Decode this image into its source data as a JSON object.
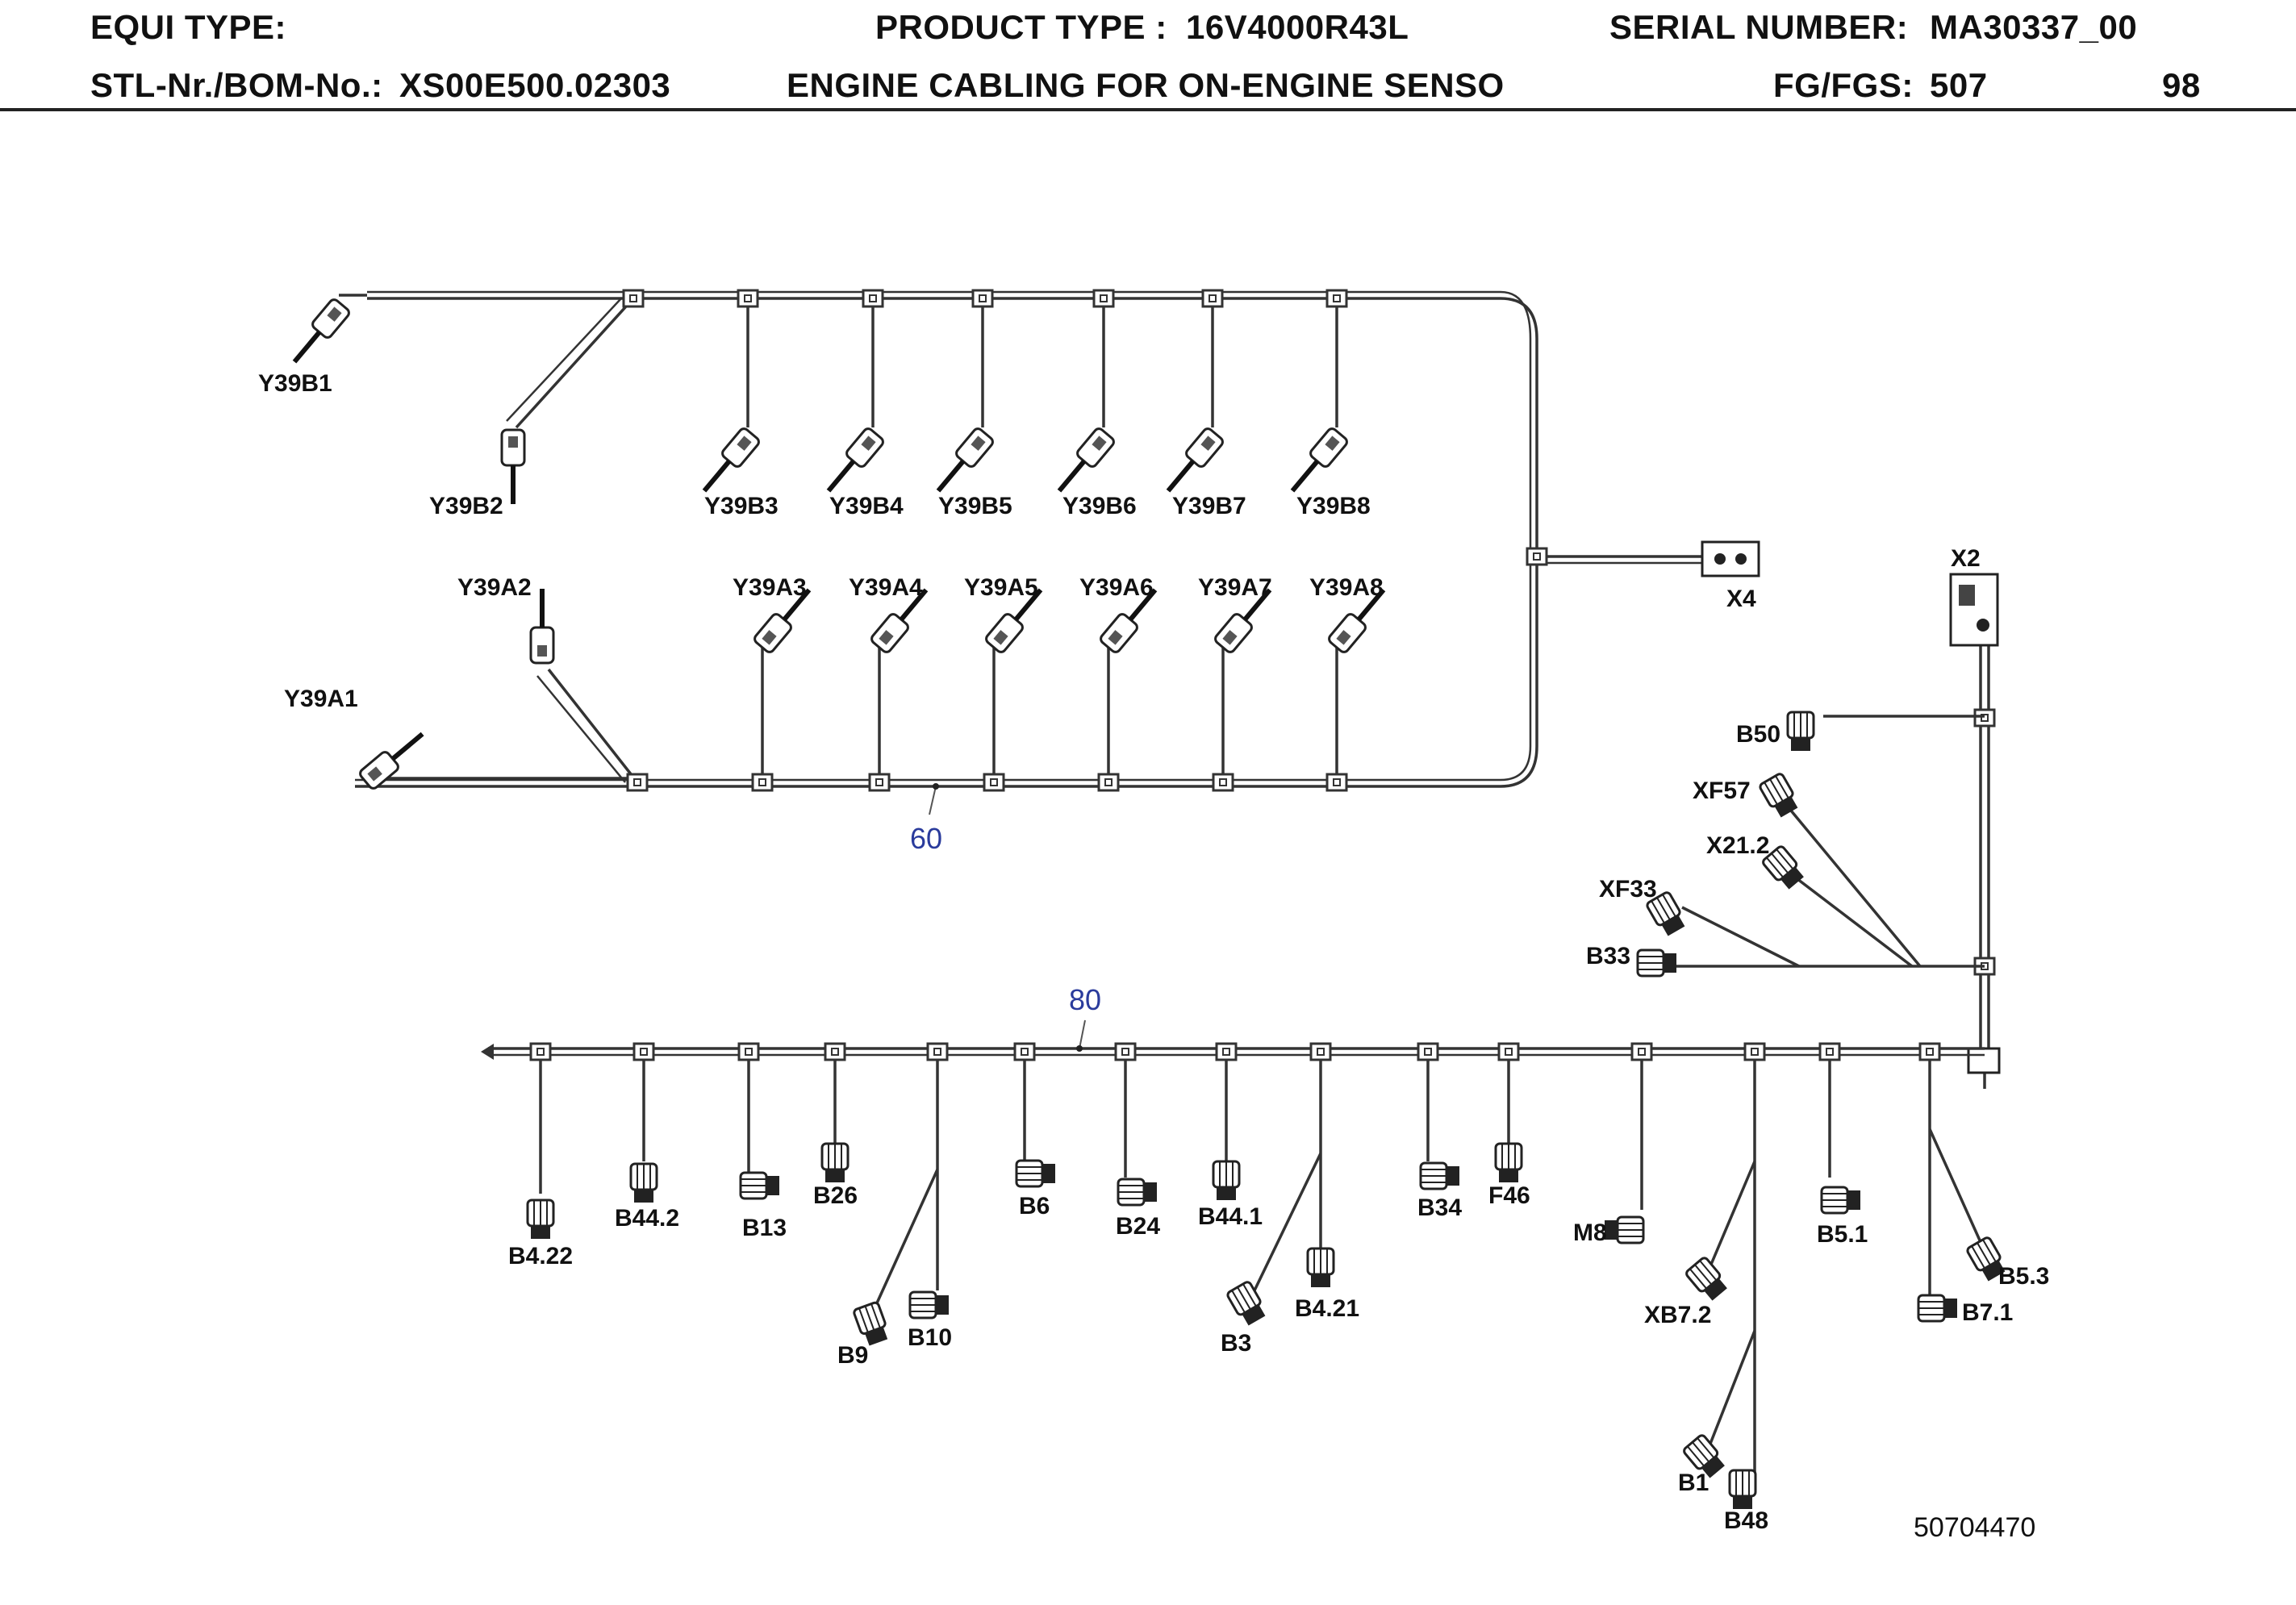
{
  "header": {
    "equi_type_label": "EQUI TYPE:",
    "product_type_label": "PRODUCT TYPE :",
    "product_type_value": "16V4000R43L",
    "serial_number_label": "SERIAL NUMBER:",
    "serial_number_value": "MA30337_00",
    "bom_label": "STL-Nr./BOM-No.:",
    "bom_value": "XS00E500.02303",
    "description": "ENGINE CABLING FOR ON-ENGINE SENSO",
    "fg_label": "FG/FGS:",
    "fg_value": "507",
    "page_number": "98"
  },
  "diagram": {
    "position_numbers": [
      "60",
      "80"
    ],
    "drawing_number": "50704470",
    "upper_harness": {
      "b_bank": [
        "Y39B1",
        "Y39B2",
        "Y39B3",
        "Y39B4",
        "Y39B5",
        "Y39B6",
        "Y39B7",
        "Y39B8"
      ],
      "a_bank": [
        "Y39A1",
        "Y39A2",
        "Y39A3",
        "Y39A4",
        "Y39A5",
        "Y39A6",
        "Y39A7",
        "Y39A8"
      ],
      "main_connector": "X4"
    },
    "right_harness": {
      "main_connector": "X2",
      "branches": [
        "B50",
        "XF57",
        "X21.2",
        "XF33",
        "B33"
      ]
    },
    "lower_harness": {
      "connectors": [
        "B4.22",
        "B44.2",
        "B13",
        "B26",
        "B9",
        "B10",
        "B6",
        "B24",
        "B44.1",
        "B3",
        "B4.21",
        "B34",
        "F46",
        "M8",
        "XB7.2",
        "B1",
        "B48",
        "B5.1",
        "B5.3",
        "B7.1"
      ]
    }
  }
}
